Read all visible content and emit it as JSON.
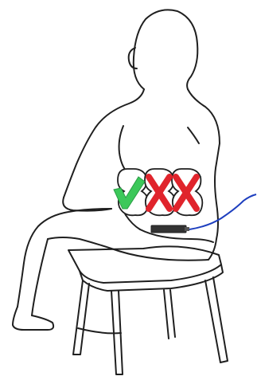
{
  "illustration": {
    "subject": "seated-person-back-view",
    "colors": {
      "outline": "#1f1f1f",
      "check_mark": "#3cc85a",
      "cross_mark": "#e0242c",
      "cable": "#1e3fbf",
      "probe": "#333333",
      "background": "#ffffff"
    },
    "placement_markers": [
      {
        "id": "left",
        "status": "correct",
        "icon": "check-icon"
      },
      {
        "id": "middle",
        "status": "incorrect",
        "icon": "cross-icon"
      },
      {
        "id": "right",
        "status": "incorrect",
        "icon": "cross-icon"
      }
    ],
    "device": {
      "icon": "probe-icon"
    }
  }
}
